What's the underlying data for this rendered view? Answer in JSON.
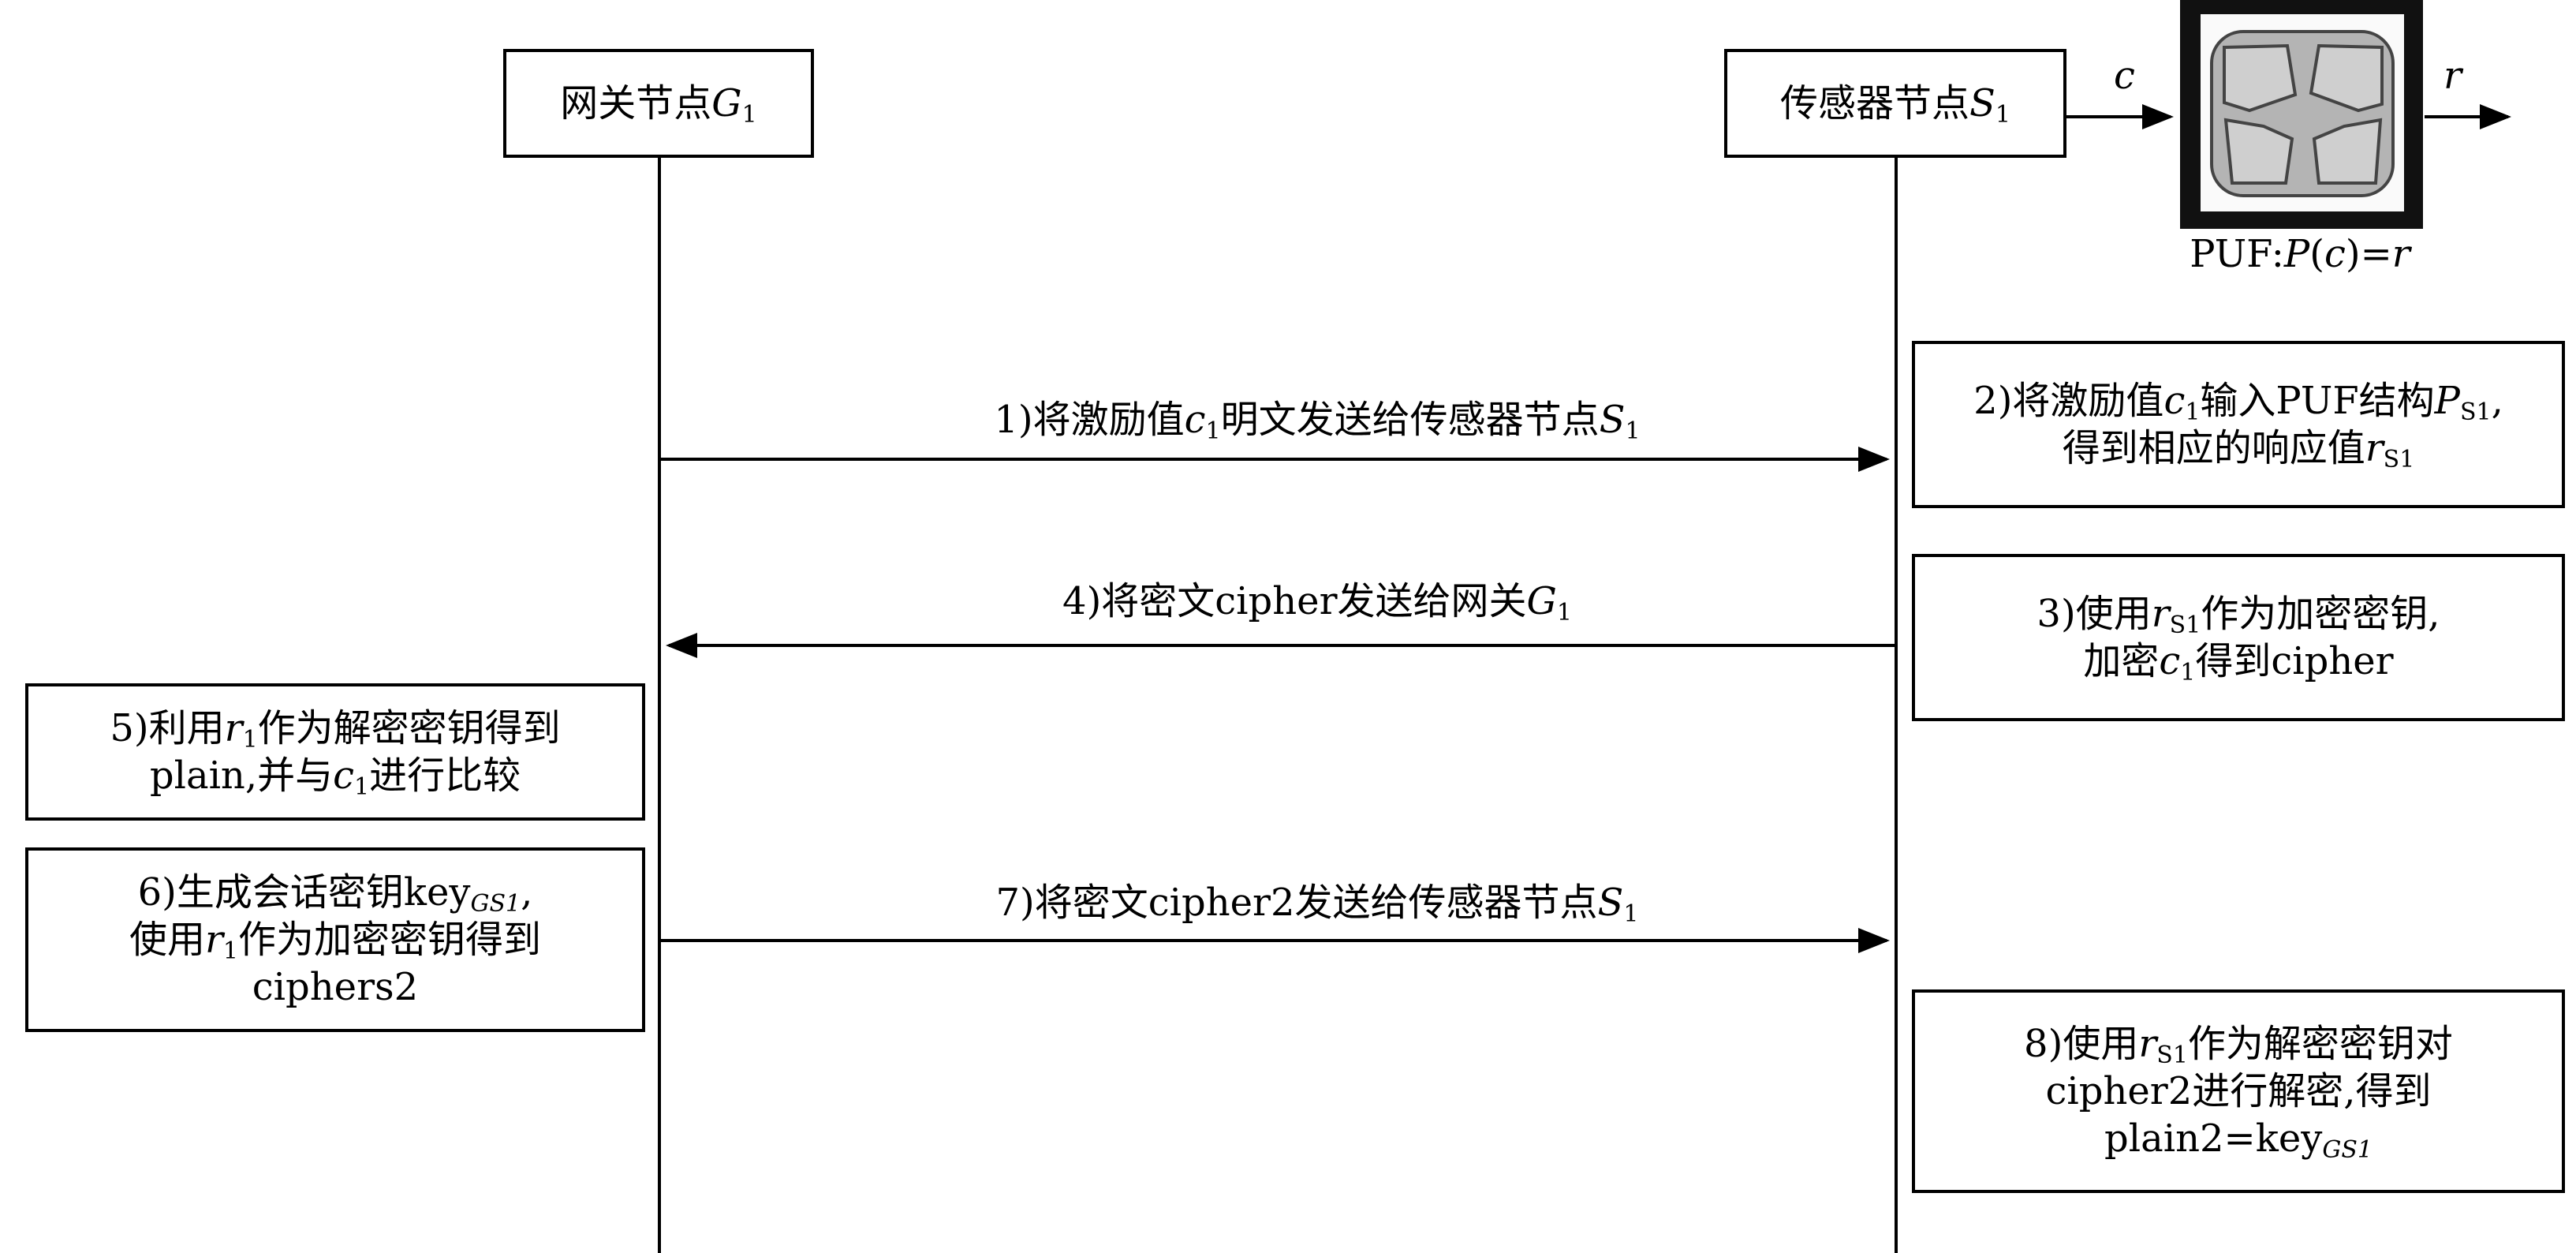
{
  "participants": {
    "gateway": {
      "label": "网关节点",
      "var": "G",
      "sub": "1"
    },
    "sensor": {
      "label": "传感器节点",
      "var": "S",
      "sub": "1"
    }
  },
  "puf": {
    "input_label": "c",
    "output_label": "r",
    "caption_prefix": "PUF:",
    "caption_func": "P",
    "caption_open": "(",
    "caption_arg": "c",
    "caption_close": ")=",
    "caption_result": "r"
  },
  "steps": {
    "s1": {
      "a": "1)将激励值",
      "b": "c",
      "b_sub": "1",
      "c": "明文发送给传感器节点",
      "d": "S",
      "d_sub": "1"
    },
    "s2": {
      "line1_a": "2)将激励值",
      "line1_b": "c",
      "line1_b_sub": "1",
      "line1_c": "输入PUF结构",
      "line1_d": "P",
      "line1_d_sub": "S1",
      "line1_e": ",",
      "line2_a": "得到相应的响应值",
      "line2_b": "r",
      "line2_b_sub": "S1"
    },
    "s3": {
      "line1_a": "3)使用",
      "line1_b": "r",
      "line1_b_sub": "S1",
      "line1_c": "作为加密密钥,",
      "line2_a": "加密",
      "line2_b": "c",
      "line2_b_sub": "1",
      "line2_c": "得到cipher"
    },
    "s4": {
      "a": "4)将密文cipher发送给网关",
      "b": "G",
      "b_sub": "1"
    },
    "s5": {
      "line1_a": "5)利用",
      "line1_b": "r",
      "line1_b_sub": "1",
      "line1_c": "作为解密密钥得到",
      "line2_a": "plain,并与",
      "line2_b": "c",
      "line2_b_sub": "1",
      "line2_c": "进行比较"
    },
    "s6": {
      "line1_a": "6)生成会话密钥key",
      "line1_sub": "GS1",
      "line1_b": ",",
      "line2_a": "使用",
      "line2_b": "r",
      "line2_b_sub": "1",
      "line2_c": "作为加密密钥得到",
      "line3": "ciphers2"
    },
    "s7": {
      "a": "7)将密文cipher2发送给传感器节点",
      "b": "S",
      "b_sub": "1"
    },
    "s8": {
      "line1_a": "8)使用",
      "line1_b": "r",
      "line1_b_sub": "S1",
      "line1_c": "作为解密密钥对",
      "line2": "cipher2进行解密,得到",
      "line3_a": "plain2=key",
      "line3_sub": "GS1"
    }
  }
}
